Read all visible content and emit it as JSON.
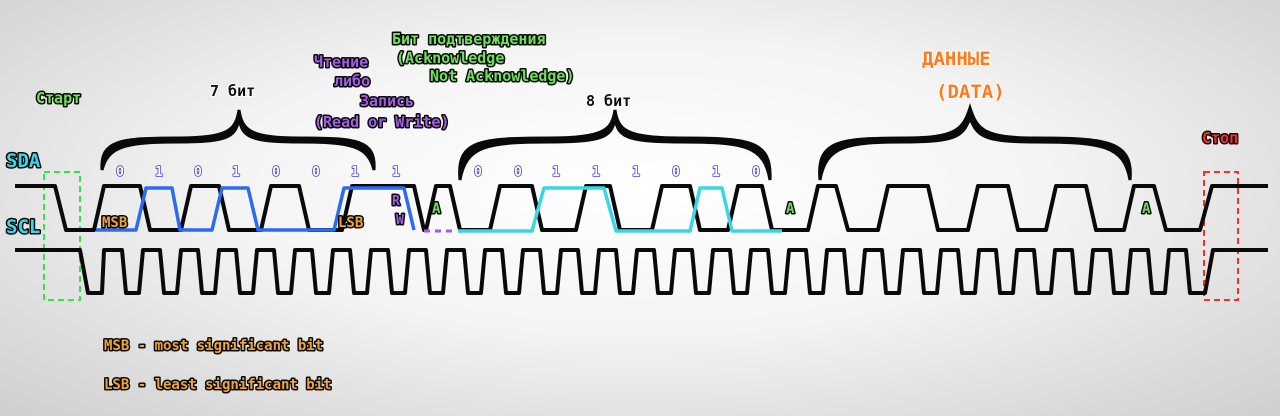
{
  "labels": {
    "start": "Старт",
    "stop": "Стоп",
    "sda": "SDA",
    "scl": "SCL",
    "address_bits": "7 бит",
    "data_bits": "8 бит",
    "rw_ru_1": "Чтение",
    "rw_ru_2": "либо",
    "rw_ru_3": "Запись",
    "rw_en": "(Read or Write)",
    "ack_ru": "Бит подтверждения",
    "ack_en_1": "(Acknowledge",
    "ack_en_2": "Not Acknowledge)",
    "data_ru": "ДАННЫЕ",
    "data_en": "(DATA)",
    "msb_tag": "MSB",
    "lsb_tag": "LSB",
    "r": "R",
    "w": "W",
    "ack_tag": "A"
  },
  "address_bit_values": [
    "0",
    "1",
    "0",
    "1",
    "0",
    "0",
    "1",
    "1"
  ],
  "data_bit_values": [
    "0",
    "0",
    "1",
    "1",
    "1",
    "0",
    "1",
    "0"
  ],
  "legend": {
    "msb": "MSB - most significant bit",
    "lsb": "LSB - least significant bit"
  },
  "colors": {
    "address_highlight": "#2a6bf0",
    "data_highlight": "#38d6e8",
    "start_marker": "#3be04a",
    "stop_marker": "#ff2a2a",
    "rw_dash": "#a15ee0"
  }
}
